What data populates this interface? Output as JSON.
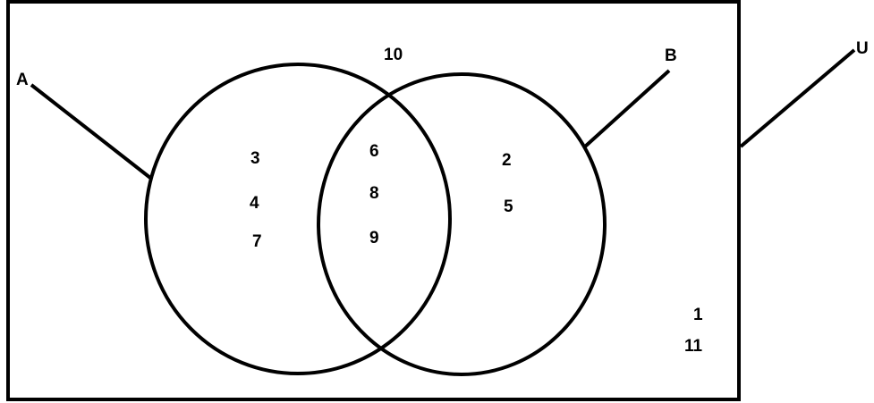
{
  "labels": {
    "set_a": "A",
    "set_b": "B",
    "universe": "U"
  },
  "elements": {
    "only_a": [
      "3",
      "4",
      "7"
    ],
    "a_and_b": [
      "6",
      "8",
      "9"
    ],
    "only_b": [
      "2",
      "5"
    ],
    "outside_circles": [
      "10",
      "1",
      "11"
    ]
  },
  "colors": {
    "stroke": "#000000",
    "background": "#ffffff"
  }
}
